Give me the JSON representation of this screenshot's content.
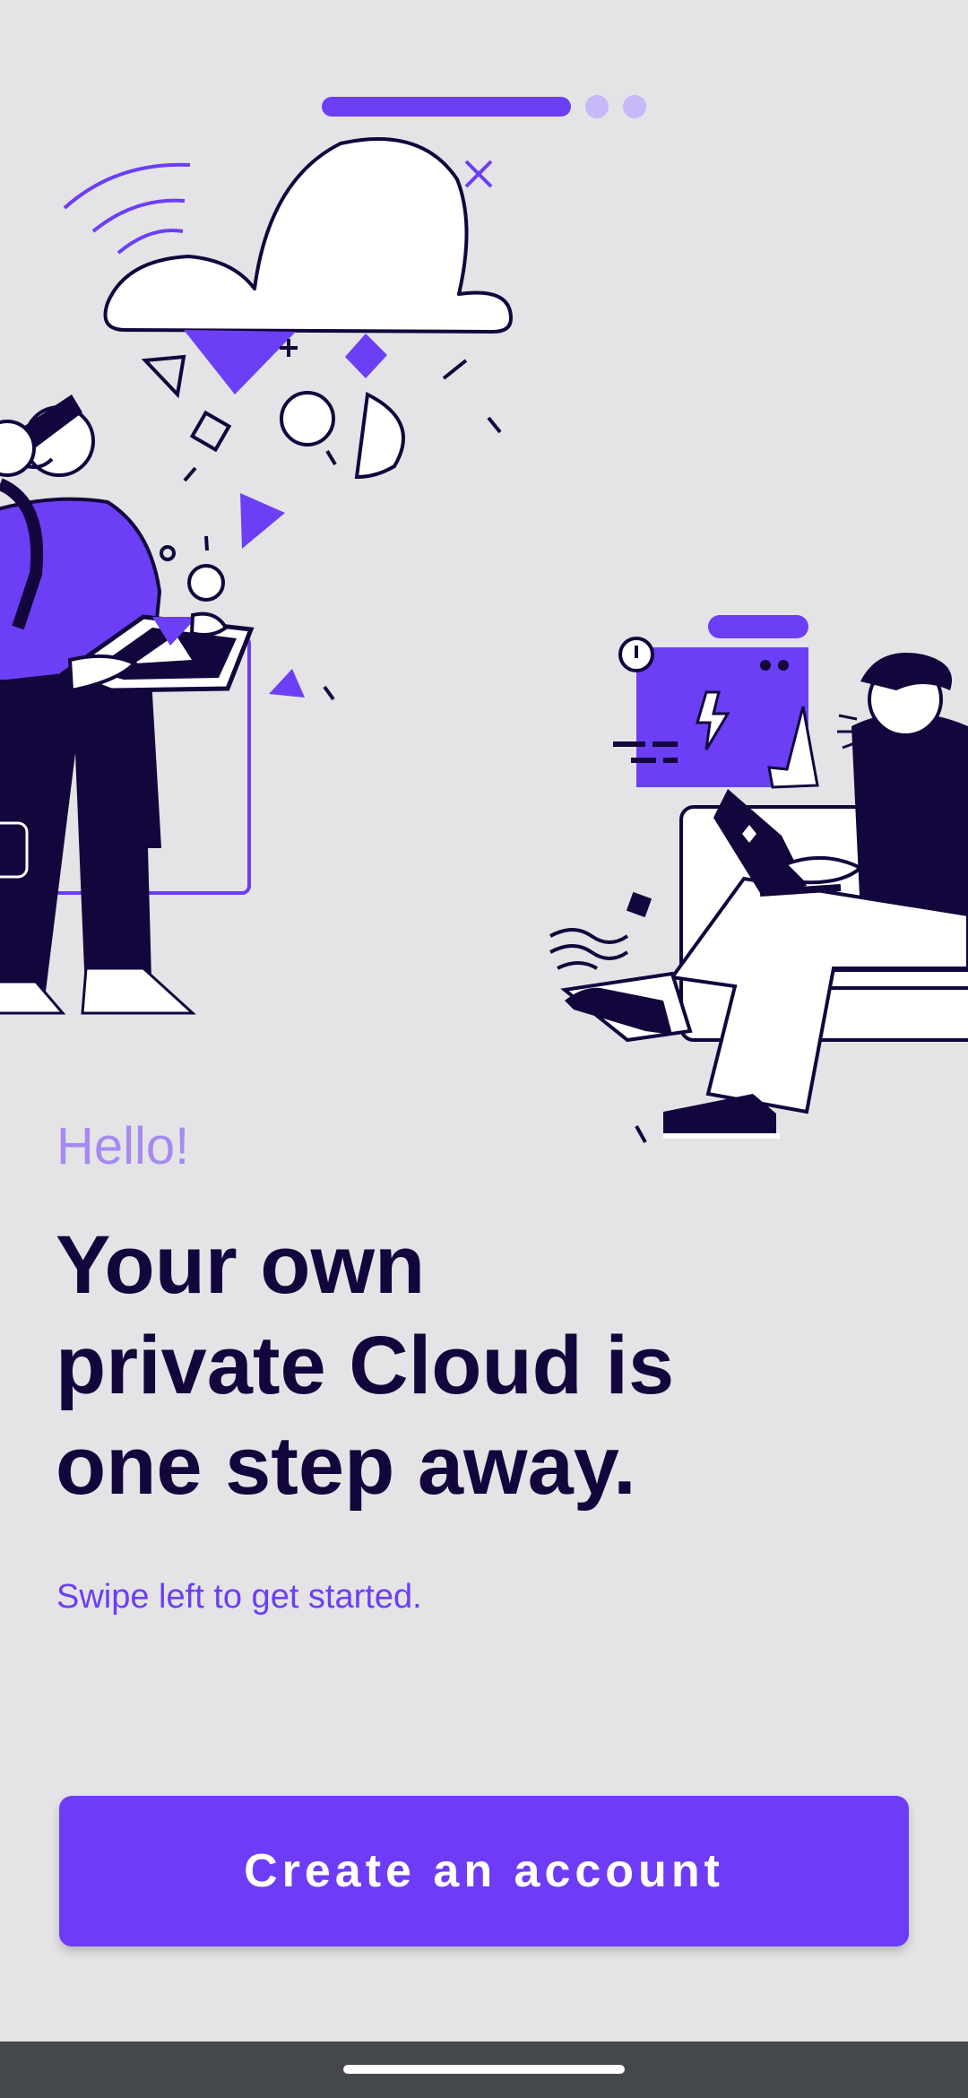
{
  "pager": {
    "total": 3,
    "active_index": 0
  },
  "greeting": "Hello!",
  "headline": {
    "line1": "Your own",
    "line2": "private Cloud is",
    "line3": "one step away."
  },
  "subtitle": "Swipe left to get started.",
  "cta": {
    "label": "Create an account"
  },
  "colors": {
    "background": "#e4e4e6",
    "accent": "#6c3ef5",
    "accent_light": "#c7b8f8",
    "headline": "#12063d",
    "greeting": "#a68af0",
    "navbar": "#44474c"
  },
  "icons": {
    "illustration_left": "person-with-tablet-under-cloud",
    "illustration_right": "person-with-laptop-on-couch"
  }
}
